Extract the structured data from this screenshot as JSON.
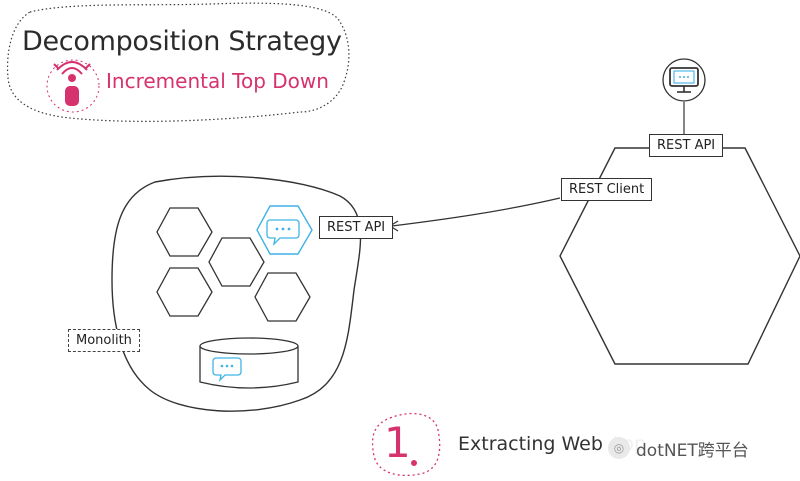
{
  "title": "Decomposition Strategy",
  "subtitle": "Incremental Top Down",
  "labels": {
    "monolith": "Monolith",
    "rest_api_monolith": "REST API",
    "rest_api_service": "REST API",
    "rest_client": "REST Client"
  },
  "step": {
    "number": "1",
    "caption": "Extracting Web App"
  },
  "watermark": "dotNET跨平台",
  "colors": {
    "accent_pink": "#d6326e",
    "accent_blue": "#3fb3e6",
    "ink": "#2a2a2a"
  },
  "icons": {
    "subtitle_icon": "microphone-broadcast-icon",
    "chat": "speech-bubble-icon",
    "desktop": "monitor-icon",
    "database": "database-icon"
  }
}
